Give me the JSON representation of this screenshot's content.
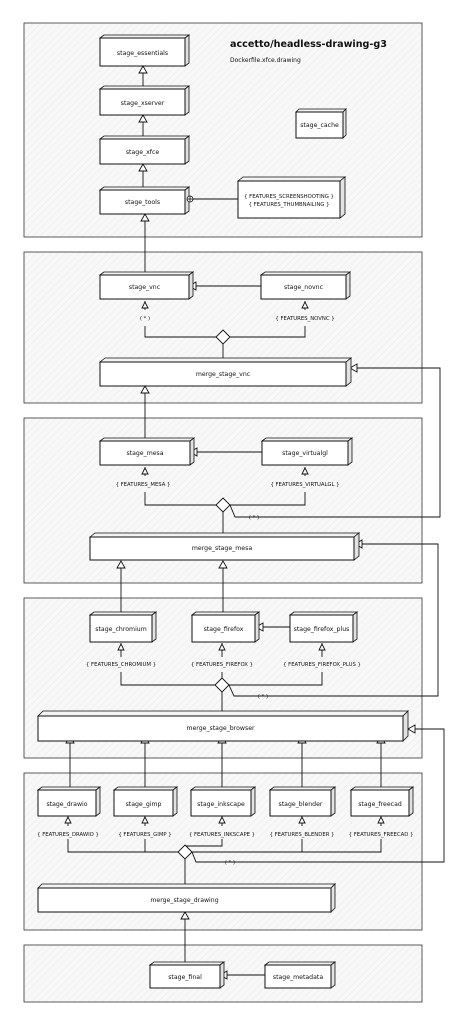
{
  "header": {
    "title": "accetto/headless-drawing-g3",
    "subtitle": "Dockerfile.xfce.drawing"
  },
  "stages": {
    "stage_essentials": "stage_essentials",
    "stage_xserver": "stage_xserver",
    "stage_xfce": "stage_xfce",
    "stage_tools": "stage_tools",
    "stage_cache": "stage_cache",
    "features_tools": [
      "{ FEATURES_SCREENSHOOTING }",
      "{ FEATURES_THUMBNAILING }"
    ],
    "stage_vnc": "stage_vnc",
    "stage_novnc": "stage_novnc",
    "merge_stage_vnc": "merge_stage_vnc",
    "stage_mesa": "stage_mesa",
    "stage_virtualgl": "stage_virtualgl",
    "merge_stage_mesa": "merge_stage_mesa",
    "stage_chromium": "stage_chromium",
    "stage_firefox": "stage_firefox",
    "stage_firefox_plus": "stage_firefox_plus",
    "merge_stage_browser": "merge_stage_browser",
    "stage_drawio": "stage_drawio",
    "stage_gimp": "stage_gimp",
    "stage_inkscape": "stage_inkscape",
    "stage_blender": "stage_blender",
    "stage_freecad": "stage_freecad",
    "merge_stage_drawing": "merge_stage_drawing",
    "stage_final": "stage_final",
    "stage_metadata": "stage_metadata"
  },
  "conditions": {
    "star": "( * )",
    "features_novnc": "{ FEATURES_NOVNC }",
    "features_mesa": "{ FEATURES_MESA }",
    "features_virtualgl": "{ FEATURES_VIRTUALGL }",
    "features_chromium": "{ FEATURES_CHROMIUM }",
    "features_firefox": "{ FEATURES_FIREFOX }",
    "features_firefox_plus": "{ FEATURES_FIREFOX_PLUS }",
    "features_drawio": "{ FEATURES_DRAWIO }",
    "features_gimp": "{ FEATURES_GIMP }",
    "features_inkscape": "{ FEATURES_INKSCAPE }",
    "features_blender": "{ FEATURES_BLENDER }",
    "features_freecad": "{ FEATURES_FREECAD }"
  }
}
